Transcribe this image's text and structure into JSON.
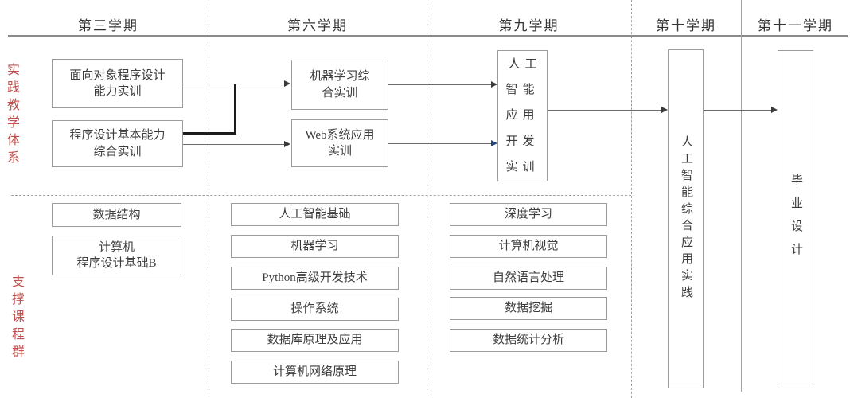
{
  "header": {
    "semesters": [
      {
        "label": "第三学期"
      },
      {
        "label": "第六学期"
      },
      {
        "label": "第九学期"
      },
      {
        "label": "第十学期"
      },
      {
        "label": "第十一学期"
      }
    ]
  },
  "side_labels": {
    "practice": "实践教学体系",
    "support": "支撑课程群"
  },
  "practice": {
    "boxes": [
      {
        "id": "oop-training",
        "label": "面向对象程序设计\n能力实训"
      },
      {
        "id": "programming-basics-training",
        "label": "程序设计基本能力\n综合实训"
      },
      {
        "id": "ml-comprehensive-training",
        "label": "机器学习综\n合实训"
      },
      {
        "id": "web-system-training",
        "label": "Web系统应用\n实训"
      },
      {
        "id": "ai-app-dev-training",
        "label": "人工\n智能\n应用\n开发\n实训"
      },
      {
        "id": "ai-comprehensive-practice",
        "label": "人工智能综合应用实践"
      },
      {
        "id": "graduation-design",
        "label": "毕业设计"
      }
    ],
    "edges": [
      {
        "from": "oop-training",
        "to": "ml-comprehensive-training"
      },
      {
        "from": "programming-basics-training",
        "to": "ml-comprehensive-training"
      },
      {
        "from": "programming-basics-training",
        "to": "web-system-training"
      },
      {
        "from": "ml-comprehensive-training",
        "to": "ai-app-dev-training"
      },
      {
        "from": "web-system-training",
        "to": "ai-app-dev-training"
      },
      {
        "from": "ai-app-dev-training",
        "to": "ai-comprehensive-practice"
      },
      {
        "from": "ai-comprehensive-practice",
        "to": "graduation-design"
      }
    ]
  },
  "support": {
    "semester3": [
      {
        "label": "数据结构"
      },
      {
        "label": "计算机\n程序设计基础B"
      }
    ],
    "semester6": [
      {
        "label": "人工智能基础"
      },
      {
        "label": "机器学习"
      },
      {
        "label": "Python高级开发技术"
      },
      {
        "label": "操作系统"
      },
      {
        "label": "数据库原理及应用"
      },
      {
        "label": "计算机网络原理"
      }
    ],
    "semester9": [
      {
        "label": "深度学习"
      },
      {
        "label": "计算机视觉"
      },
      {
        "label": "自然语言处理"
      },
      {
        "label": "数据挖掘"
      },
      {
        "label": "数据统计分析"
      }
    ]
  },
  "colors": {
    "side_label_red": "#c0504d",
    "box_border_gray": "#9c9c9c",
    "line_gray": "#6a6a6a",
    "blue_arrow": "#24447c"
  }
}
